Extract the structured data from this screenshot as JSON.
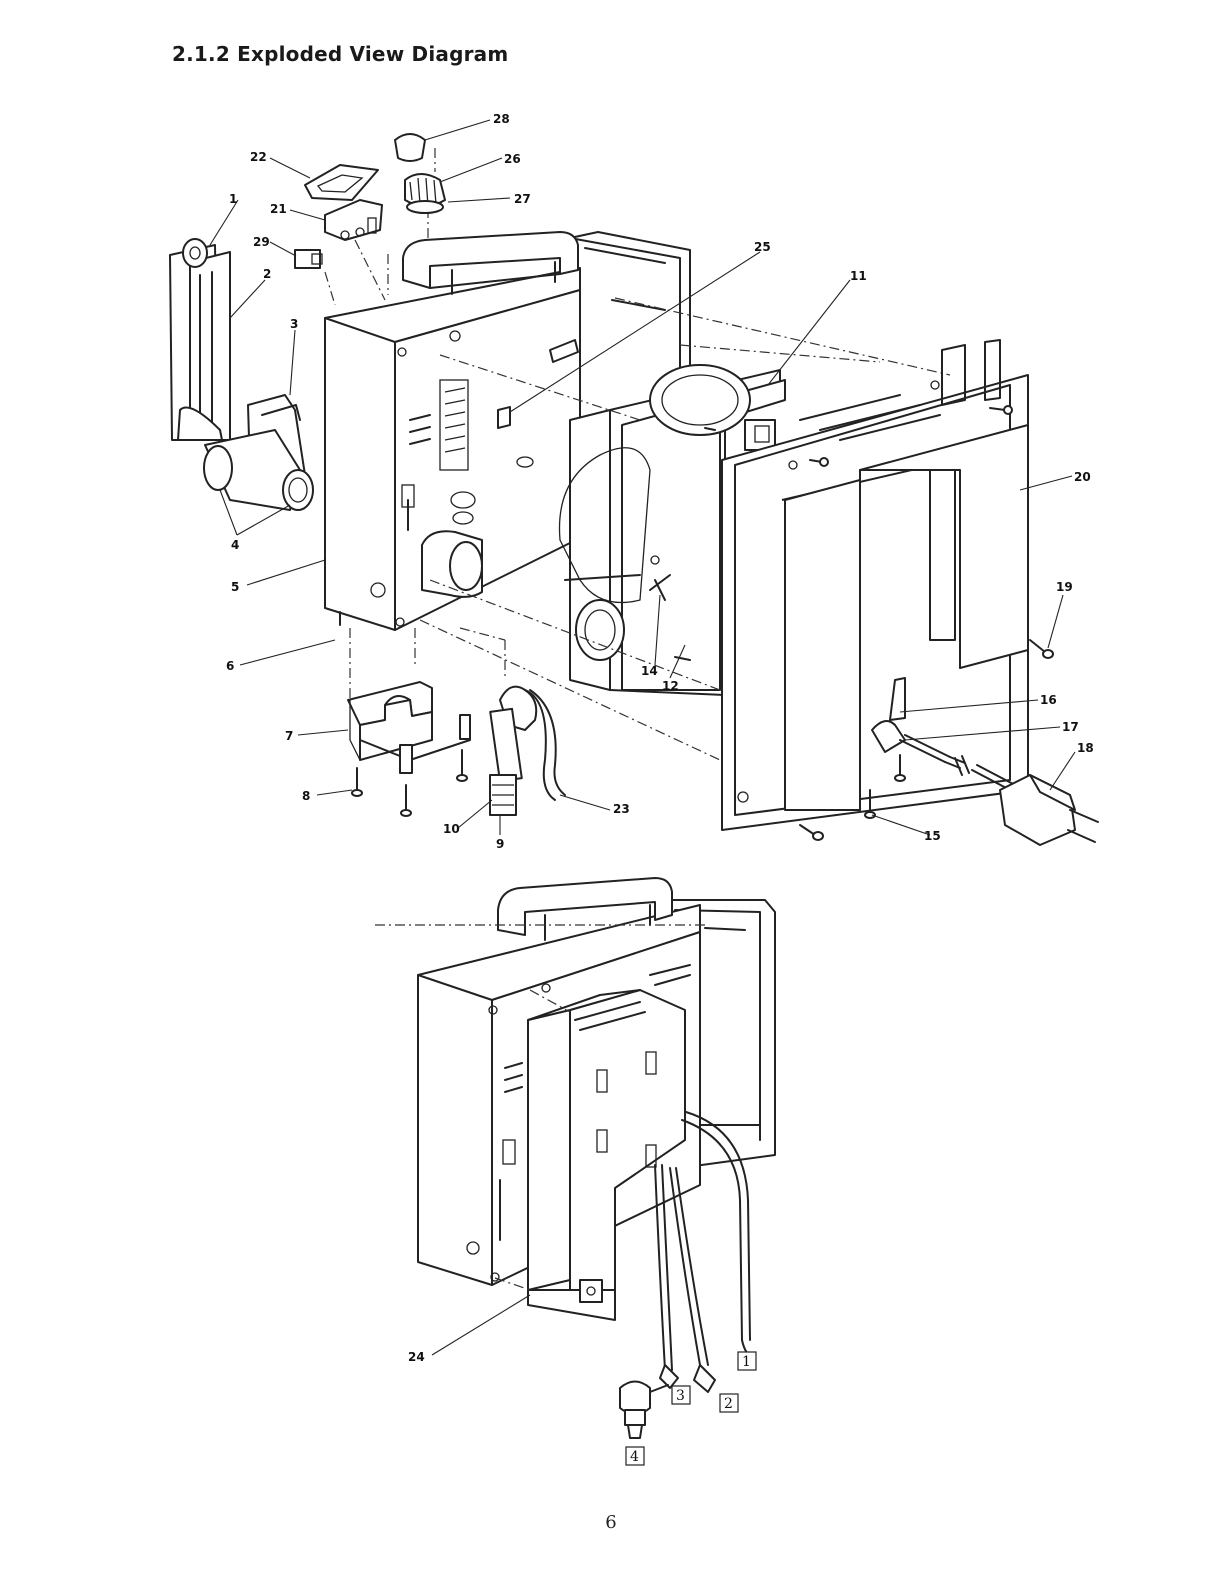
{
  "title": "2.1.2 Exploded View Diagram",
  "page_number": "6",
  "part_labels": [
    "1",
    "2",
    "3",
    "4",
    "5",
    "6",
    "7",
    "8",
    "9",
    "10",
    "11",
    "12",
    "14",
    "15",
    "16",
    "17",
    "18",
    "19",
    "20",
    "21",
    "22",
    "23",
    "24",
    "25",
    "26",
    "27",
    "28",
    "29"
  ],
  "connector_labels": [
    "1",
    "2",
    "3",
    "4"
  ]
}
